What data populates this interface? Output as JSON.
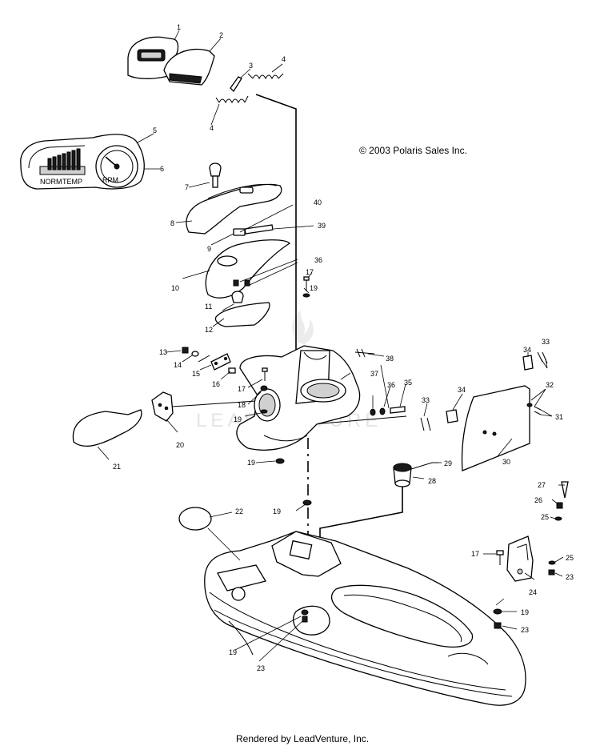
{
  "copyright": "© 2003 Polaris Sales Inc.",
  "footer": "Rendered by LeadVenture, Inc.",
  "watermark": "LEADVENTURE",
  "callouts": [
    "1",
    "2",
    "3",
    "4",
    "4",
    "5",
    "6",
    "7",
    "8",
    "9",
    "10",
    "11",
    "12",
    "13",
    "14",
    "15",
    "16",
    "17",
    "17",
    "17",
    "18",
    "19",
    "19",
    "19",
    "19",
    "19",
    "19",
    "20",
    "21",
    "22",
    "23",
    "23",
    "23",
    "24",
    "25",
    "25",
    "26",
    "27",
    "28",
    "29",
    "30",
    "31",
    "32",
    "33",
    "33",
    "34",
    "34",
    "35",
    "36",
    "36",
    "37",
    "38",
    "39",
    "40"
  ]
}
